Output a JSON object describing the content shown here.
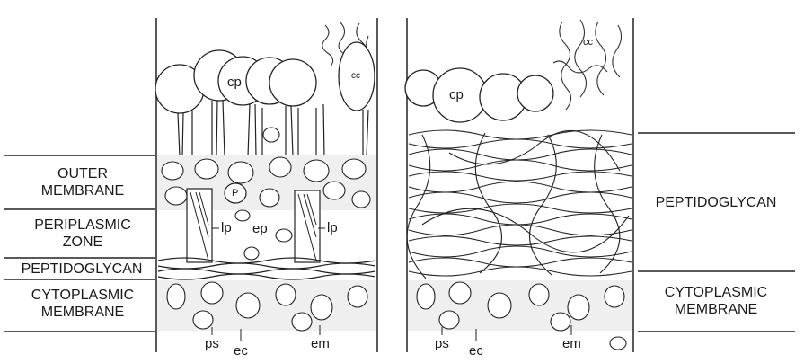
{
  "layers_left": {
    "outer_membrane": [
      "OUTER",
      "MEMBRANE"
    ],
    "periplasmic_zone": [
      "PERIPLASMIC",
      "ZONE"
    ],
    "peptidoglycan": "PEPTIDOGLYCAN",
    "cytoplasmic_membrane": [
      "CYTOPLASMIC",
      "MEMBRANE"
    ]
  },
  "layers_right": {
    "peptidoglycan": "PEPTIDOGLYCAN",
    "cytoplasmic_membrane": [
      "CYTOPLASMIC",
      "MEMBRANE"
    ]
  },
  "panel_left": {
    "cp": "cp",
    "cc": "cc",
    "p": "P",
    "lp_1": "lp",
    "lp_2": "lp",
    "ep": "ep",
    "ps": "ps",
    "ec": "ec",
    "em": "em"
  },
  "panel_right": {
    "cp": "cp",
    "cc": "cc",
    "ps": "ps",
    "ec": "ec",
    "em": "em"
  }
}
